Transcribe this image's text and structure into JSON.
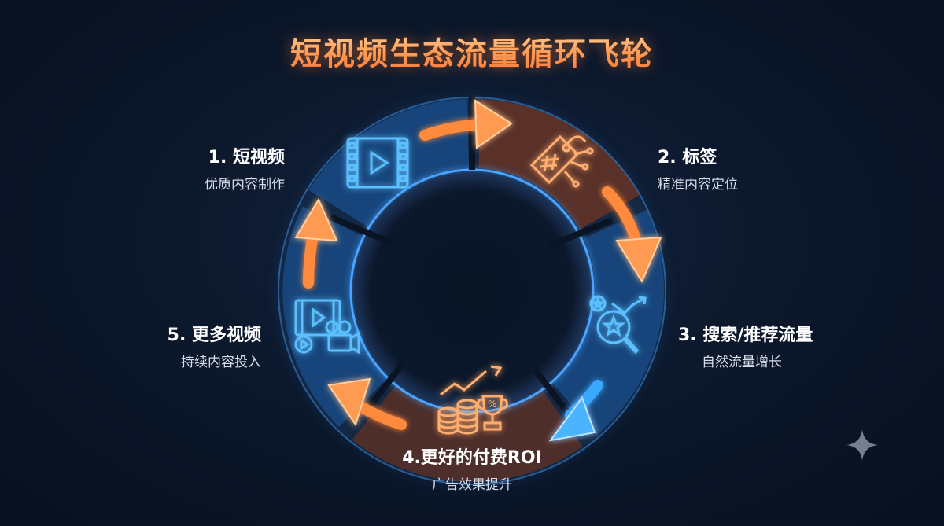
{
  "title": "短视频生态流量循环飞轮",
  "steps": [
    {
      "head": "1. 短视频",
      "sub": "优质内容制作",
      "icon": "video-play-icon"
    },
    {
      "head": "2. 标签",
      "sub": "精准内容定位",
      "icon": "hashtag-tag-icon"
    },
    {
      "head": "3. 搜索/推荐流量",
      "sub": "自然流量增长",
      "icon": "search-trend-icon"
    },
    {
      "head": "4.更好的付费ROI",
      "sub": "广告效果提升",
      "icon": "coins-trophy-icon"
    },
    {
      "head": "5. 更多视频",
      "sub": "持续内容投入",
      "icon": "video-camera-icon"
    }
  ],
  "colors": {
    "orange": "#ff8a3d",
    "blue": "#3aa8ff",
    "background": "#0c182c"
  }
}
